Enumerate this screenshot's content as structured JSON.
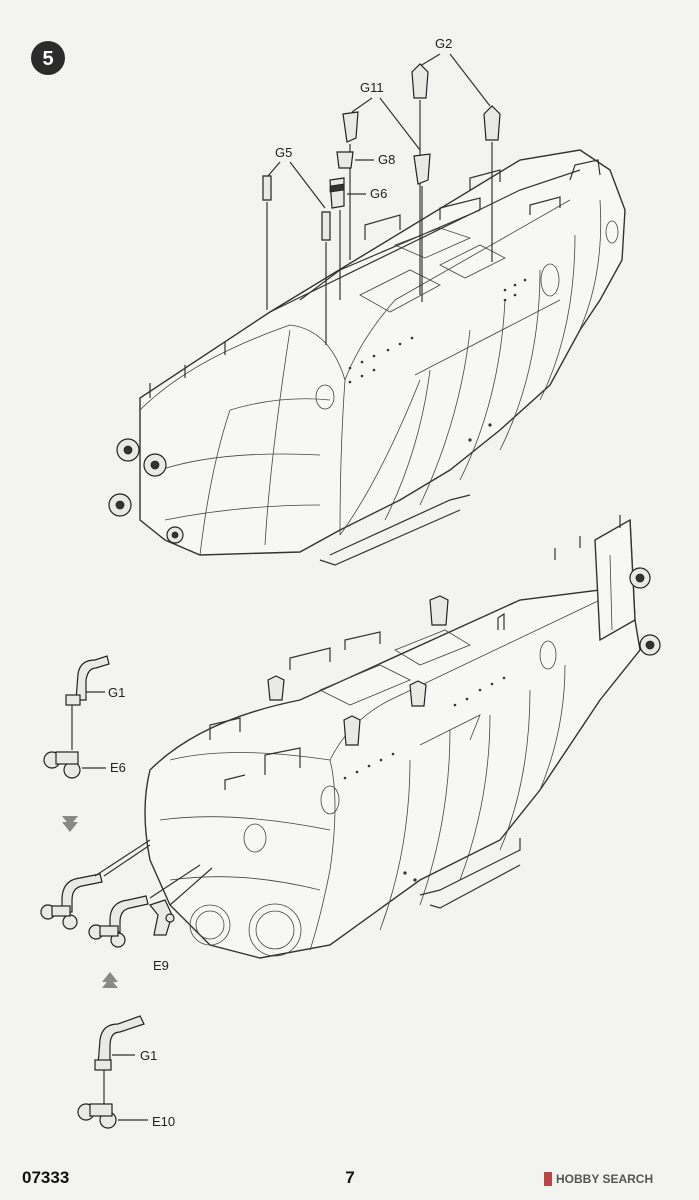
{
  "step": {
    "number": "5"
  },
  "parts_top": {
    "g2": "G2",
    "g11": "G11",
    "g8": "G8",
    "g5": "G5",
    "g6": "G6"
  },
  "parts_bottom": {
    "g1_upper": "G1",
    "e6": "E6",
    "e9": "E9",
    "g1_lower": "G1",
    "e10": "E10"
  },
  "footer": {
    "product_code": "07333",
    "page_number": "7",
    "watermark": "HOBBY SEARCH"
  }
}
